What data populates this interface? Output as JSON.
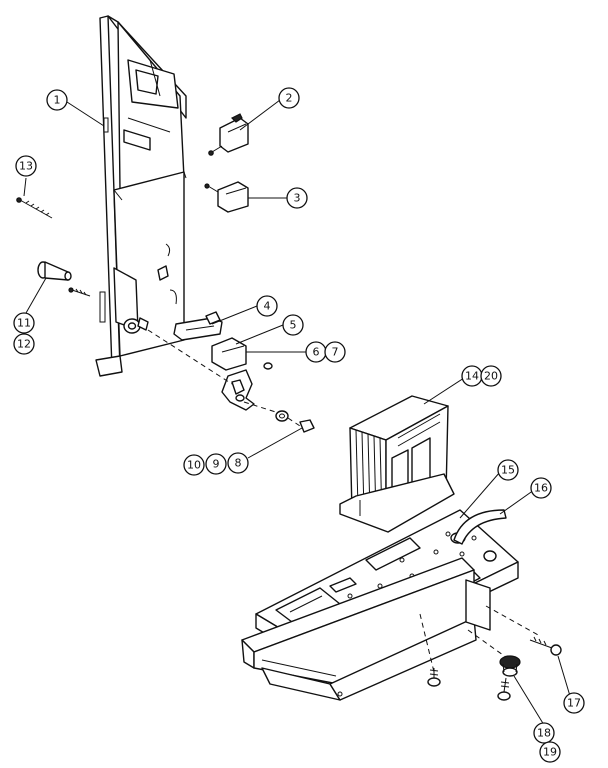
{
  "callouts": [
    {
      "id": "c1",
      "label": "1"
    },
    {
      "id": "c2",
      "label": "2"
    },
    {
      "id": "c3",
      "label": "3"
    },
    {
      "id": "c4",
      "label": "4"
    },
    {
      "id": "c5",
      "label": "5"
    },
    {
      "id": "c6a",
      "label": "6"
    },
    {
      "id": "c7",
      "label": "7"
    },
    {
      "id": "c8a",
      "label": "8"
    },
    {
      "id": "c9",
      "label": "9"
    },
    {
      "id": "c10",
      "label": "10"
    },
    {
      "id": "c11",
      "label": "11"
    },
    {
      "id": "c12",
      "label": "12"
    },
    {
      "id": "c13",
      "label": "13"
    },
    {
      "id": "c14",
      "label": "14"
    },
    {
      "id": "c15",
      "label": "15"
    },
    {
      "id": "c16",
      "label": "16"
    },
    {
      "id": "c17",
      "label": "17"
    },
    {
      "id": "c18",
      "label": "18"
    },
    {
      "id": "c19",
      "label": "19"
    },
    {
      "id": "c20",
      "label": "20"
    }
  ]
}
